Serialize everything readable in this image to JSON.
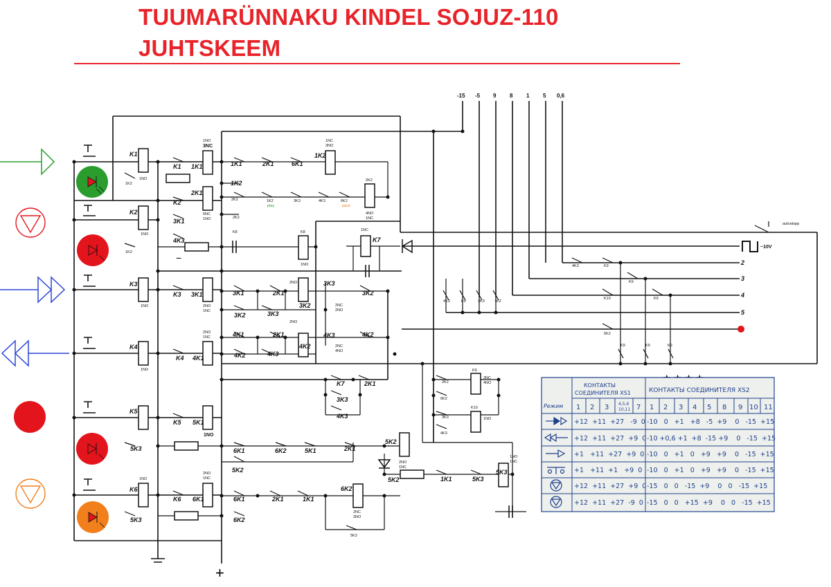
{
  "title": {
    "line1": "TUUMARÜNNAKU KINDEL SOJUZ-110",
    "line2": "JUHTSKEEM"
  },
  "supply": {
    "ground": "⊥",
    "plus": "+",
    "minus": "−"
  },
  "bus_labels": [
    "-15",
    "-5",
    "9",
    "8",
    "1",
    "5",
    "0,6"
  ],
  "right_labels": {
    "autostop": "autostopp",
    "pulse": "~10V",
    "l2": "2",
    "l3": "3",
    "l4": "4",
    "l5": "5"
  },
  "rows": {
    "k1": {
      "relay": "K1",
      "c1": "1NO",
      "sw": "K1",
      "r2": "1K1",
      "r2top": "1NO",
      "r2top2": "3NC",
      "note": "1K2"
    },
    "k2": {
      "relay": "K2",
      "c1": "1NO",
      "sw": "K2",
      "sw2": "3K1",
      "r2": "2K1",
      "r2b": "6NC",
      "r2c": "1NO"
    },
    "k3": {
      "relay": "K3",
      "c1": "1NO",
      "sw": "K3",
      "r2": "3K1",
      "r2b": "2NO",
      "r2c": "1NC"
    },
    "k4": {
      "relay": "K4",
      "c1": "1NO",
      "sw": "K4",
      "r2": "4K1",
      "r2t": "2NO",
      "r2t2": "1NC"
    },
    "k5": {
      "relay": "K5",
      "c1": "",
      "sw": "K5",
      "r2": "5K1",
      "r2b": "1NO"
    },
    "k6": {
      "relay": "K6",
      "c1": "1NO",
      "sw": "K6",
      "r2": "6K1",
      "r2t": "2NO",
      "r2t2": "1NC"
    }
  },
  "labels": {
    "l_1k1": "1K1",
    "l_2k1": "2K1",
    "l_6k1": "6K1",
    "l_1k2": "1K2",
    "l_1k2t": "1NC",
    "l_1k2t2": "3NO",
    "l_1k2b": "1K2",
    "l_2k1b": "2K1",
    "l_1k2c": "1K2",
    "l_3k3": "3K3",
    "l_4k3": "4K3",
    "l_6k2": "6K2",
    "l_2k2": "2K2",
    "l_2k2b": "4NO",
    "l_2k2c": "1NC",
    "play": "play",
    "paus": "paus",
    "l_2k2d": "2K2",
    "l_k8": "K8",
    "l_k8r": "K8",
    "l_k8b": "1NO",
    "l_k7": "K7",
    "l_k7t": "1NC",
    "l_2k2e": "2K2",
    "l_3k1": "3K1",
    "l_2k1c": "2K1",
    "l_3k2": "3K2",
    "l_3k3b": "3K3",
    "l_3k2r": "3K2",
    "l_2no": "2NO",
    "l_3k3r": "3K3",
    "l_2nc": "2NC",
    "l_2no2": "2NO",
    "l_3k2c": "3K2",
    "l_4k1": "4K1",
    "l_2k1d": "2K1",
    "l_4k2": "4K2",
    "l_4k3b": "4K3",
    "l_4k2r": "4K2",
    "l_2no3": "2NO",
    "l_4k3r": "4K3",
    "l_2nc2": "2NC",
    "l_4no": "4NO",
    "l_4k2c": "4K2",
    "l_k7b": "K7",
    "l_2k1e": "2K1",
    "l_3k3c": "3K3",
    "l_4k3c": "4K3",
    "l_6k2b": "6K2",
    "l_5k1": "5K1",
    "l_2k1f": "2K1",
    "l_5k2": "5K2",
    "l_5k2r": "5K2",
    "l_2no4": "2NO",
    "l_1nc": "1NC",
    "l_5k2b": "5K2",
    "l_1k1b": "1K1",
    "l_5k3": "5K3",
    "l_5k3r": "5K3",
    "l_1no": "1NO",
    "l_1nc2": "1NC",
    "l_6k1b": "6K1",
    "l_2k1g": "2K1",
    "l_1k1c": "1K1",
    "l_6k2c": "6K2",
    "l_2nc3": "2NC",
    "l_3no": "3NO",
    "l_6k2d": "6K2",
    "l_5k2c": "5K2",
    "l_5k3b": "5K3",
    "l_4k3d": "4K3",
    "l_k9": "K9",
    "l_3k3d": "3K3",
    "l_1k2d": "1K2",
    "l_2k2f": "2K2",
    "l_6k2e": "6K2",
    "l_3k3e": "3K3",
    "l_4k3e": "4K3",
    "l_k9b": "K9",
    "l_3nc": "3NC",
    "l_4no2": "4NO",
    "l_k10": "K10",
    "l_1no2": "1NO",
    "l_4k3f": "4K3",
    "l_k9c": "K9",
    "l_k9d": "K9",
    "l_k10b": "K10",
    "l_k9e": "K9",
    "l_5k2d": "5K2",
    "l_k9f": "K9",
    "l_k9g": "K9",
    "l_k9h": "K9",
    "l_1k2e": "1K2",
    "l_5k3c": "5K3"
  },
  "stars": "★ ★ ★ ★",
  "table": {
    "h1": "КОНТАКТЫ\nСОЕДИНИТЕЛЯ XS1",
    "h1a": "КОНТАКТЫ",
    "h1b": "СОЕДИНИТЕЛЯ XS1",
    "h2": "КОНТАКТЫ СОЕДИНИТЕЛЯ XS2",
    "mode": "Режим",
    "cols1": [
      "1",
      "2",
      "3",
      "4,5,6\n10,11",
      "7"
    ],
    "cols1_45a": "4,5,6",
    "cols1_45b": "10,11",
    "cols2": [
      "1",
      "2",
      "3",
      "4",
      "5",
      "8",
      "9",
      "10",
      "11"
    ],
    "rows": [
      {
        "icon": "ffwd-icon",
        "xs1": "+12  +11  +27   -9  0",
        "xs2": "-10   0   +1   +8   -5  +9    0   -15  +15"
      },
      {
        "icon": "rewind-icon",
        "xs1": "+12  +11  +27  +9  0",
        "xs2": "-10 +0,6 +1  +8  -15 +9    0   -15  +15"
      },
      {
        "icon": "play-icon",
        "xs1": "+1   +11  +27  +9  0",
        "xs2": "-10   0   +1   0   +9   +9    0   -15  +15"
      },
      {
        "icon": "record-icon",
        "xs1": "+1   +11  +1   +9  0",
        "xs2": "-10   0   +1   0   +9   +9    0   -15  +15"
      },
      {
        "icon": "stop-icon",
        "xs1": "+12  +11  +27  +9  0",
        "xs2": "-15   0   0   -15  +9    0   0   -15  +15"
      },
      {
        "icon": "pause-icon",
        "xs1": "+12  +11  +27  -9  0",
        "xs2": "-15   0   0   +15  +9    0   0   -15  +15"
      }
    ]
  },
  "colors": {
    "title": "#e8232a",
    "green": "#2a9d2e",
    "red": "#e3141c",
    "blue": "#2a45d6",
    "orange": "#f07f1c",
    "table": "#1e3f8a",
    "table_bg": "#eef0ee"
  }
}
